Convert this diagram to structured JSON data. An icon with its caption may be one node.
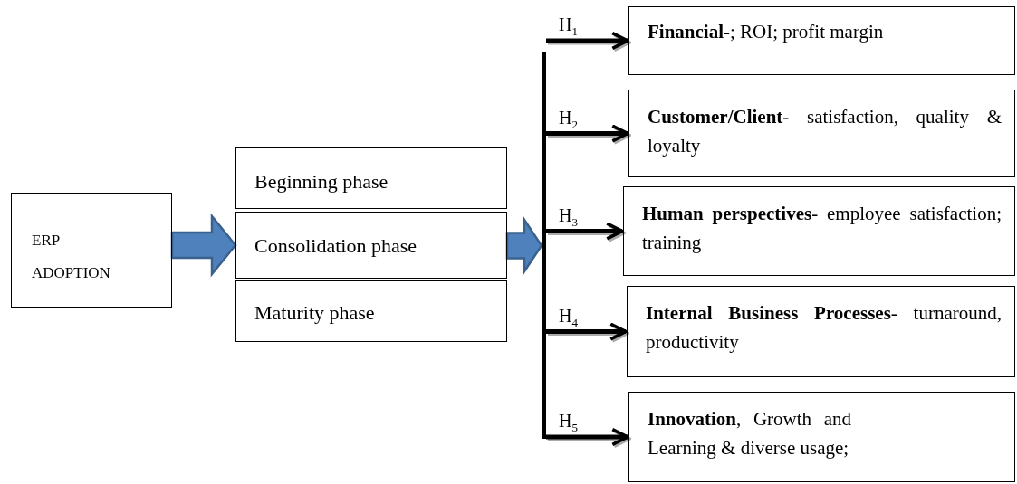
{
  "diagram": {
    "nodes": [
      {
        "text": [
          "ERP ADOPTION"
        ]
      },
      {
        "text": [
          "Beginning phase"
        ]
      },
      {
        "text": [
          "Consolidation phase"
        ]
      },
      {
        "text": [
          "Maturity phase"
        ]
      },
      {
        "text": [],
        "shape": "bar"
      },
      {
        "text": [
          "**Financial**-; ROI; profit margin"
        ]
      },
      {
        "text": [
          "**Customer/Client**- satisfaction, quality & loyalty"
        ]
      },
      {
        "text": [
          "**Human perspectives**- employee satisfaction; training"
        ]
      },
      {
        "text": [
          "**Internal Business Processes**- turnaround, productivity"
        ]
      },
      {
        "text": [
          "**Innovation**, Growth and Learning & diverse usage;"
        ]
      }
    ],
    "edges": [
      {
        "from": 0,
        "to": 2,
        "arrow": "to",
        "style": "thick",
        "color": "#4f81bd"
      },
      {
        "from": 2,
        "to": 4,
        "arrow": "to",
        "style": "thick",
        "color": "#4f81bd"
      },
      {
        "from": 4,
        "to": 5,
        "arrow": "to",
        "label": "H$_{1}$"
      },
      {
        "from": 4,
        "to": 6,
        "arrow": "to",
        "label": "H$_{2}$"
      },
      {
        "from": 4,
        "to": 7,
        "arrow": "to",
        "label": "H$_{3}$"
      },
      {
        "from": 4,
        "to": 8,
        "arrow": "to",
        "label": "H$_{4}$"
      },
      {
        "from": 4,
        "to": 9,
        "arrow": "to",
        "label": "H$_{5}$"
      }
    ]
  }
}
